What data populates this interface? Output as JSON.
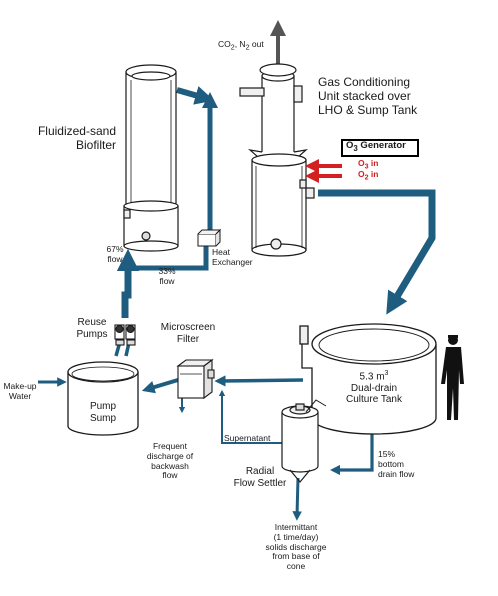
{
  "labels": {
    "gas_out": [
      "CO",
      "2",
      ", N",
      "2",
      "  out"
    ],
    "gas_unit": [
      "Gas Conditioning",
      "Unit stacked over",
      "LHO & Sump Tank"
    ],
    "biofilter": [
      "Fluidized-sand",
      "Biofilter"
    ],
    "o3_gen": [
      "O",
      "3",
      "  Generator"
    ],
    "o3_in": [
      "O",
      "3",
      " in"
    ],
    "o2_in": [
      "O",
      "2",
      " in"
    ],
    "flow67": [
      "67%",
      "flow"
    ],
    "flow33": [
      "33%",
      "flow"
    ],
    "heat_ex": [
      "Heat",
      "Exchanger"
    ],
    "reuse_pumps": [
      "Reuse",
      "Pumps"
    ],
    "microscreen": [
      "Microscreen",
      "Filter"
    ],
    "makeup": [
      "Make-up",
      "Water"
    ],
    "pump_sump": [
      "Pump",
      "Sump"
    ],
    "culture_tank": [
      "5.3 m",
      "3",
      "Dual-drain",
      "Culture Tank"
    ],
    "supernatant": "Supernatant",
    "frequent": [
      "Frequent",
      "discharge of",
      "backwash",
      "flow"
    ],
    "bottom_drain": [
      "15%",
      "bottom",
      "drain flow"
    ],
    "settler": [
      "Radial",
      "Flow Settler"
    ],
    "intermittent": [
      "Intermittant",
      "(1 time/day)",
      "solids discharge",
      "from base of",
      "cone"
    ]
  },
  "colors": {
    "pipe": "#1f5d80",
    "ozone_red": "#d42020",
    "outline": "#1a1a1a",
    "gas_arrow": "#555555"
  }
}
